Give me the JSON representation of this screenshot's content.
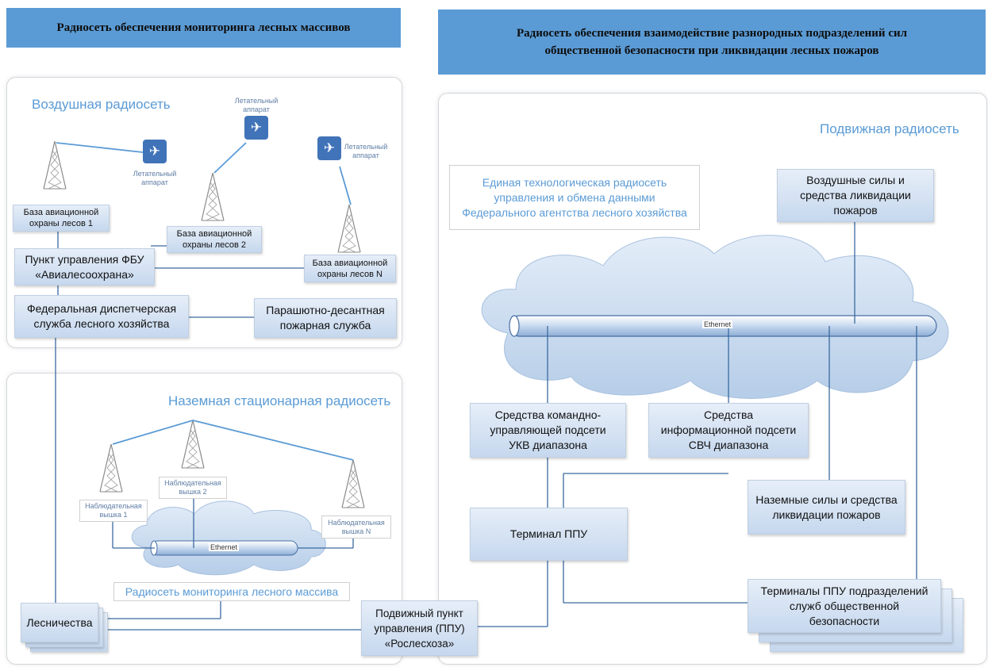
{
  "headers": {
    "left": "Радиосеть обеспечения мониторинга лесных массивов",
    "right_line1": "Радиосеть обеспечения взаимодействие разнородных подразделений сил",
    "right_line2": "общественной безопасности при ликвидации лесных пожаров"
  },
  "air_network": {
    "title": "Воздушная радиосеть",
    "aircraft_line1": "Летательный",
    "aircraft_line2": "аппарат",
    "base1_line1": "База авиационной",
    "base1_line2": "охраны лесов 1",
    "base2_line1": "База авиационной",
    "base2_line2": "охраны лесов 2",
    "baseN_line1": "База авиационной",
    "baseN_line2": "охраны лесов N",
    "fbu_line1": "Пункт управления ФБУ",
    "fbu_line2": "«Авиалесоохрана»",
    "fed_line1": "Федеральная диспетчерская",
    "fed_line2": "служба лесного хозяйства",
    "para_line1": "Парашютно-десантная",
    "para_line2": "пожарная служба"
  },
  "ground_network": {
    "title": "Наземная стационарная радиосеть",
    "tower1_line1": "Наблюдательная",
    "tower1_line2": "вышка 1",
    "tower2_line1": "Наблюдательная",
    "tower2_line2": "вышка 2",
    "towerN_line1": "Наблюдательная",
    "towerN_line2": "вышка N",
    "ethernet": "Ethernet",
    "monitoring_net": "Радиосеть мониторинга лесного массива",
    "forestry": "Лесничества"
  },
  "mobile_network": {
    "title": "Подвижная радиосеть",
    "unified_line1": "Единая технологическая радиосеть",
    "unified_line2": "управления и обмена данными",
    "unified_line3": "Федерального агентства лесного хозяйства",
    "air_forces_line1": "Воздушные силы и",
    "air_forces_line2": "средства ликвидации",
    "air_forces_line3": "пожаров",
    "ethernet": "Ethernet",
    "cmd_line1": "Средства командно-",
    "cmd_line2": "управляющей подсети",
    "cmd_line3": "УКВ диапазона",
    "info_line1": "Средства",
    "info_line2": "информационной подсети",
    "info_line3": "СВЧ диапазона",
    "ground_forces_line1": "Наземные силы и средства",
    "ground_forces_line2": "ликвидации пожаров",
    "terminal": "Терминал ППУ",
    "terminals_line1": "Терминалы ППУ подразделений",
    "terminals_line2": "служб общественной",
    "terminals_line3": "безопасности"
  },
  "mobile_point": {
    "line1": "Подвижный пункт",
    "line2": "управления (ППУ)",
    "line3": "«Рослесхоза»"
  }
}
